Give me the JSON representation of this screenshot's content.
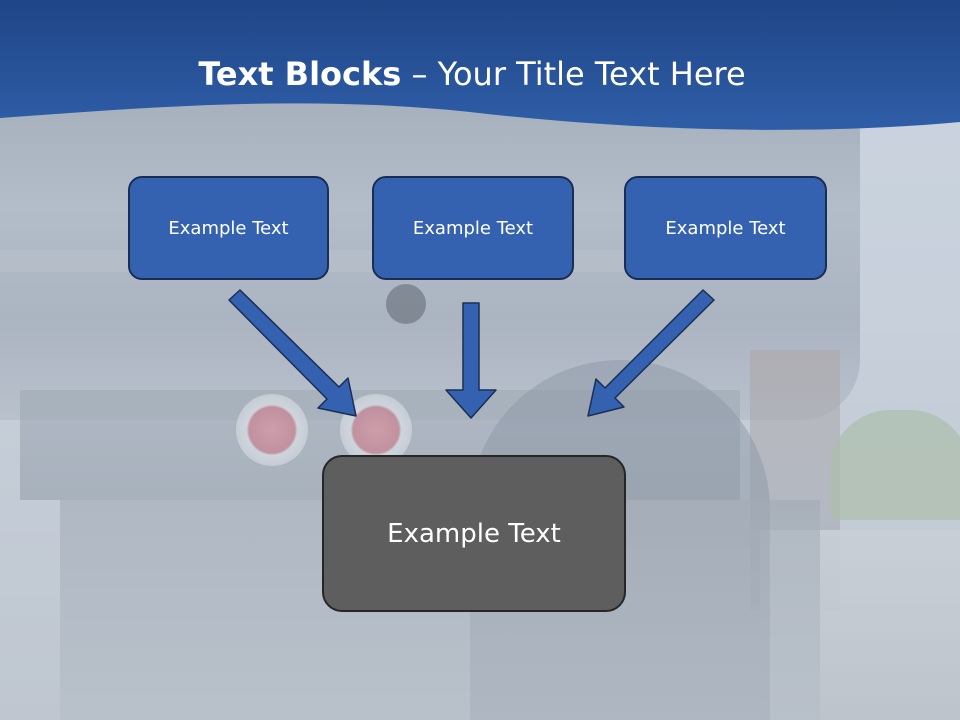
{
  "slide": {
    "title_bold": "Text Blocks",
    "title_sep": " – ",
    "title_rest": "Your Title Text Here"
  },
  "blocks": [
    {
      "label": "Example Text"
    },
    {
      "label": "Example Text"
    },
    {
      "label": "Example Text"
    }
  ],
  "target_block": {
    "label": "Example Text"
  },
  "colors": {
    "header": "#27508f",
    "block_fill": "#3462b0",
    "block_border": "#1a2e55",
    "target_fill": "#5e5e5e",
    "arrow_fill": "#3462b0"
  }
}
